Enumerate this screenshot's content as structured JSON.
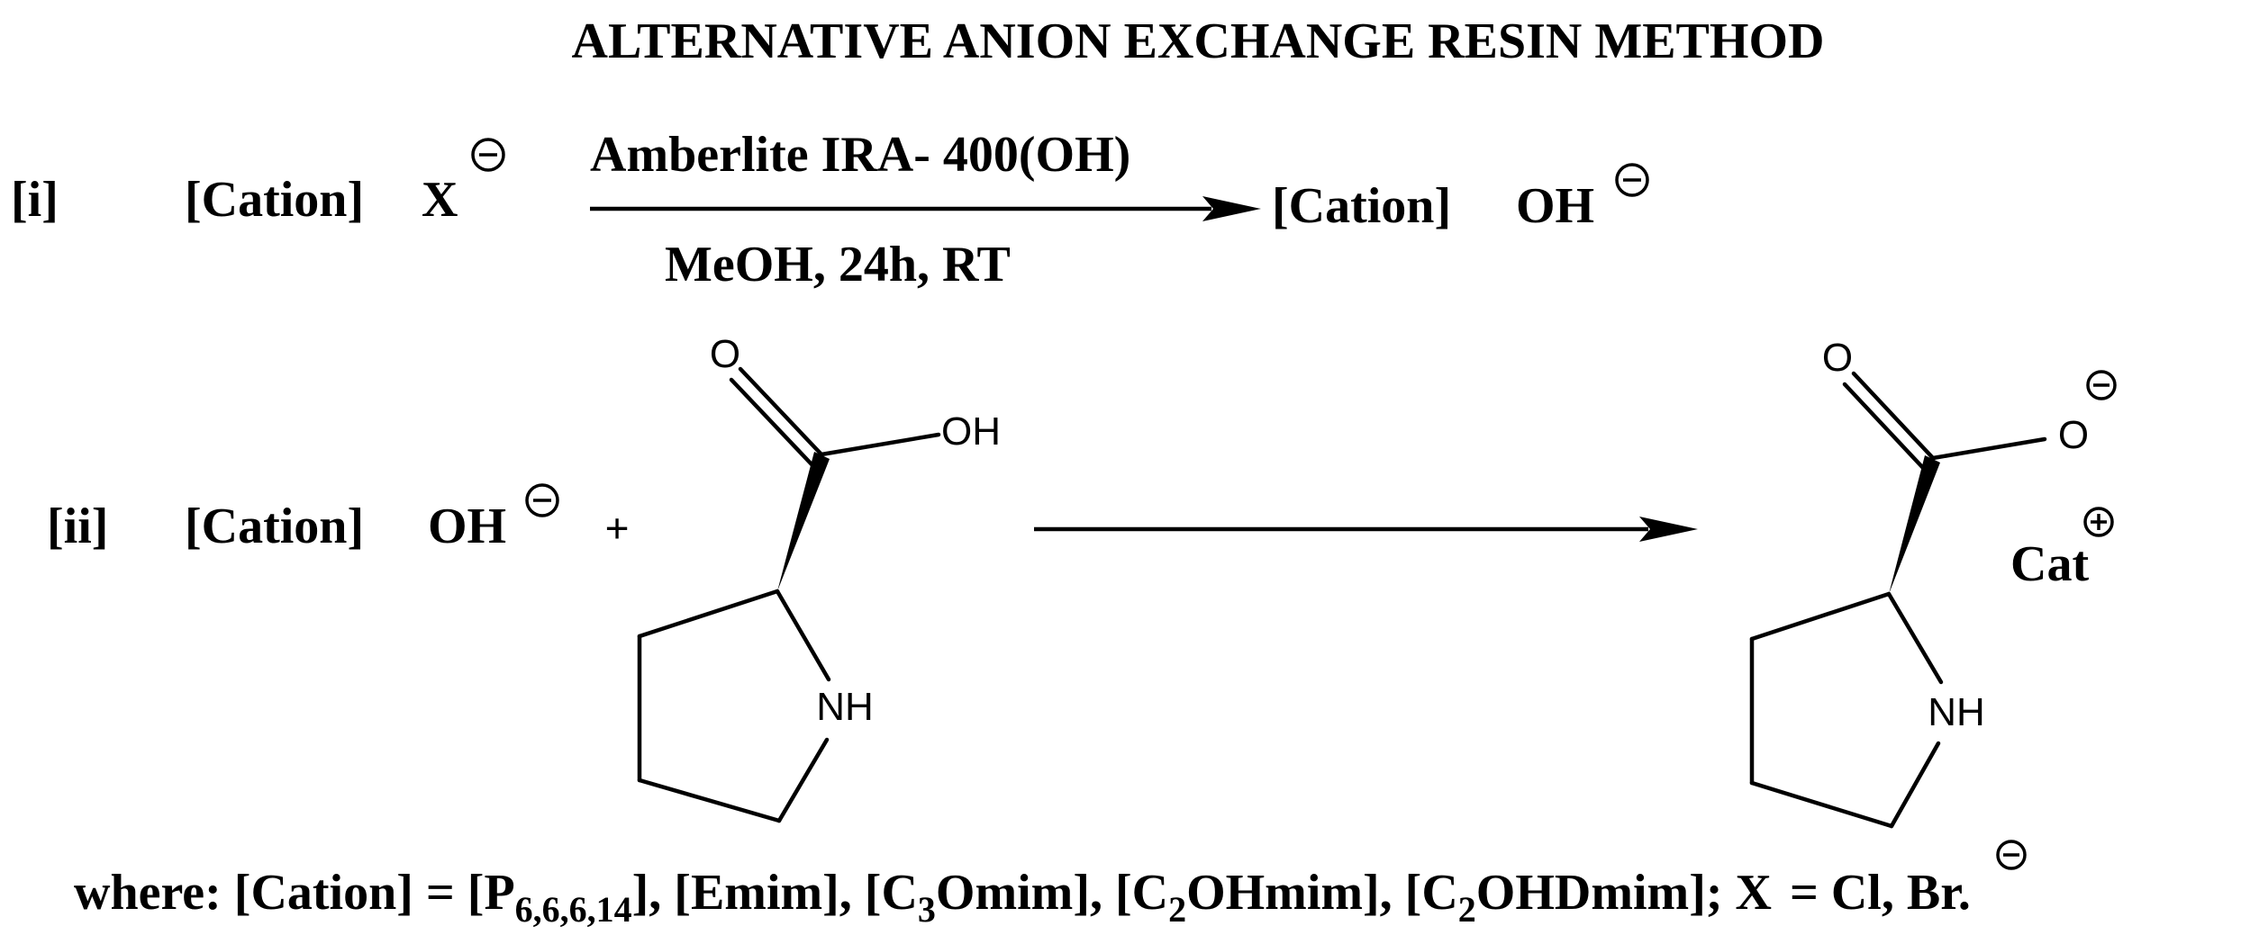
{
  "title": "ALTERNATIVE ANION EXCHANGE RESIN METHOD",
  "step_i": {
    "label": "[i]",
    "reactant_cation": "[Cation]",
    "reactant_anion": "X",
    "reagent_above": "Amberlite IRA- 400(OH)",
    "conditions_below": "MeOH, 24h, RT",
    "product_cation": "[Cation]",
    "product_anion": "OH"
  },
  "step_ii": {
    "label": "[ii]",
    "reactant_cation": "[Cation]",
    "reactant_anion": "OH",
    "plus": "+",
    "proline_atoms": {
      "carbonyl_o": "O",
      "hydroxyl": "OH",
      "amine": "NH"
    },
    "product_atoms": {
      "carbonyl_o": "O",
      "carboxylate_o": "O",
      "amine": "NH"
    },
    "counter_cation": "Cat"
  },
  "footnote": {
    "prefix": "where: [Cation] = [P",
    "p_subscript": "6,6,6,14",
    "part2": "], [Emim], [C",
    "sub3": "3",
    "part3": "Omim], [C",
    "sub2a": "2",
    "part4": "OHmim], [C",
    "sub2b": "2",
    "part5": "OHDmim]; X",
    "part6": "= Cl, Br."
  }
}
